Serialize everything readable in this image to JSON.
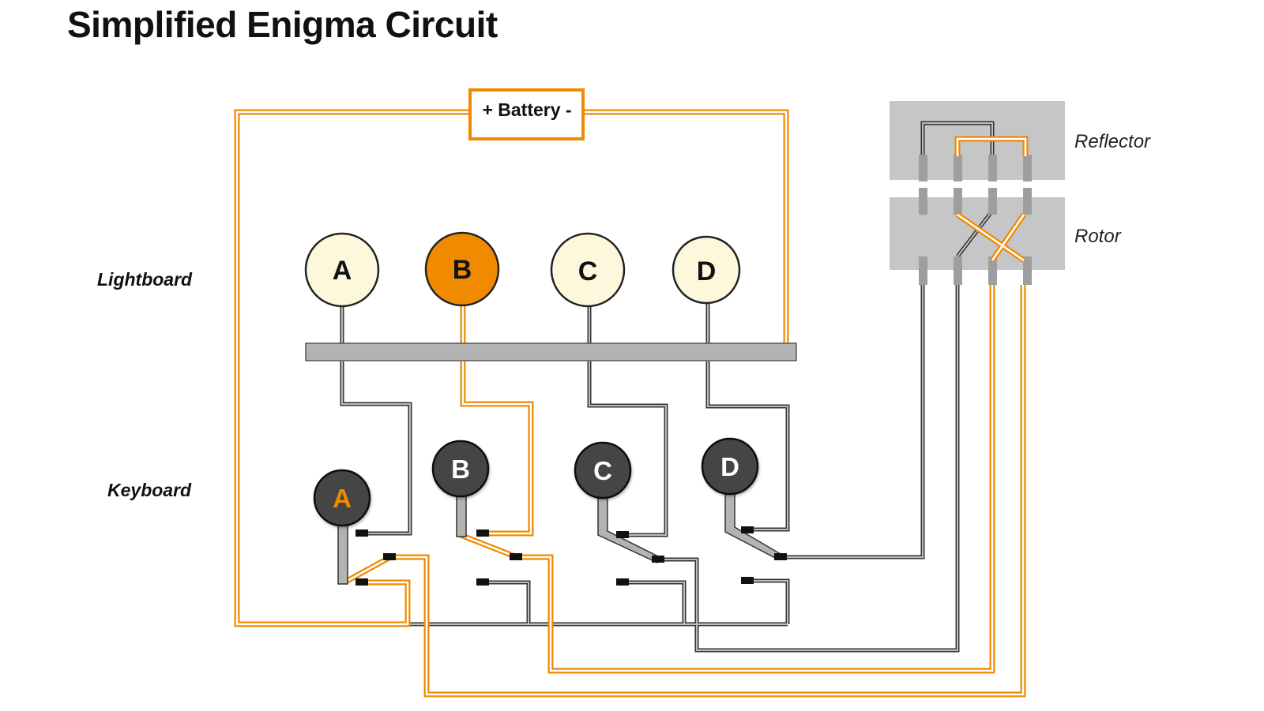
{
  "title": "Simplified Enigma Circuit",
  "battery": {
    "label": "+ Battery -"
  },
  "rows": {
    "lightboard": "Lightboard",
    "keyboard": "Keyboard"
  },
  "components": {
    "reflector": "Reflector",
    "rotor": "Rotor"
  },
  "lamps": [
    {
      "letter": "A",
      "lit": false
    },
    {
      "letter": "B",
      "lit": true
    },
    {
      "letter": "C",
      "lit": false
    },
    {
      "letter": "D",
      "lit": false
    }
  ],
  "keys": [
    {
      "letter": "A",
      "pressed": true
    },
    {
      "letter": "B",
      "pressed": false
    },
    {
      "letter": "C",
      "pressed": false
    },
    {
      "letter": "D",
      "pressed": false
    }
  ],
  "colors": {
    "active": "#f08a00",
    "lamp_off": "#fdf8dc",
    "key_body": "#454545",
    "wire": "#b3b3b3",
    "panel": "#c4c6c8"
  }
}
